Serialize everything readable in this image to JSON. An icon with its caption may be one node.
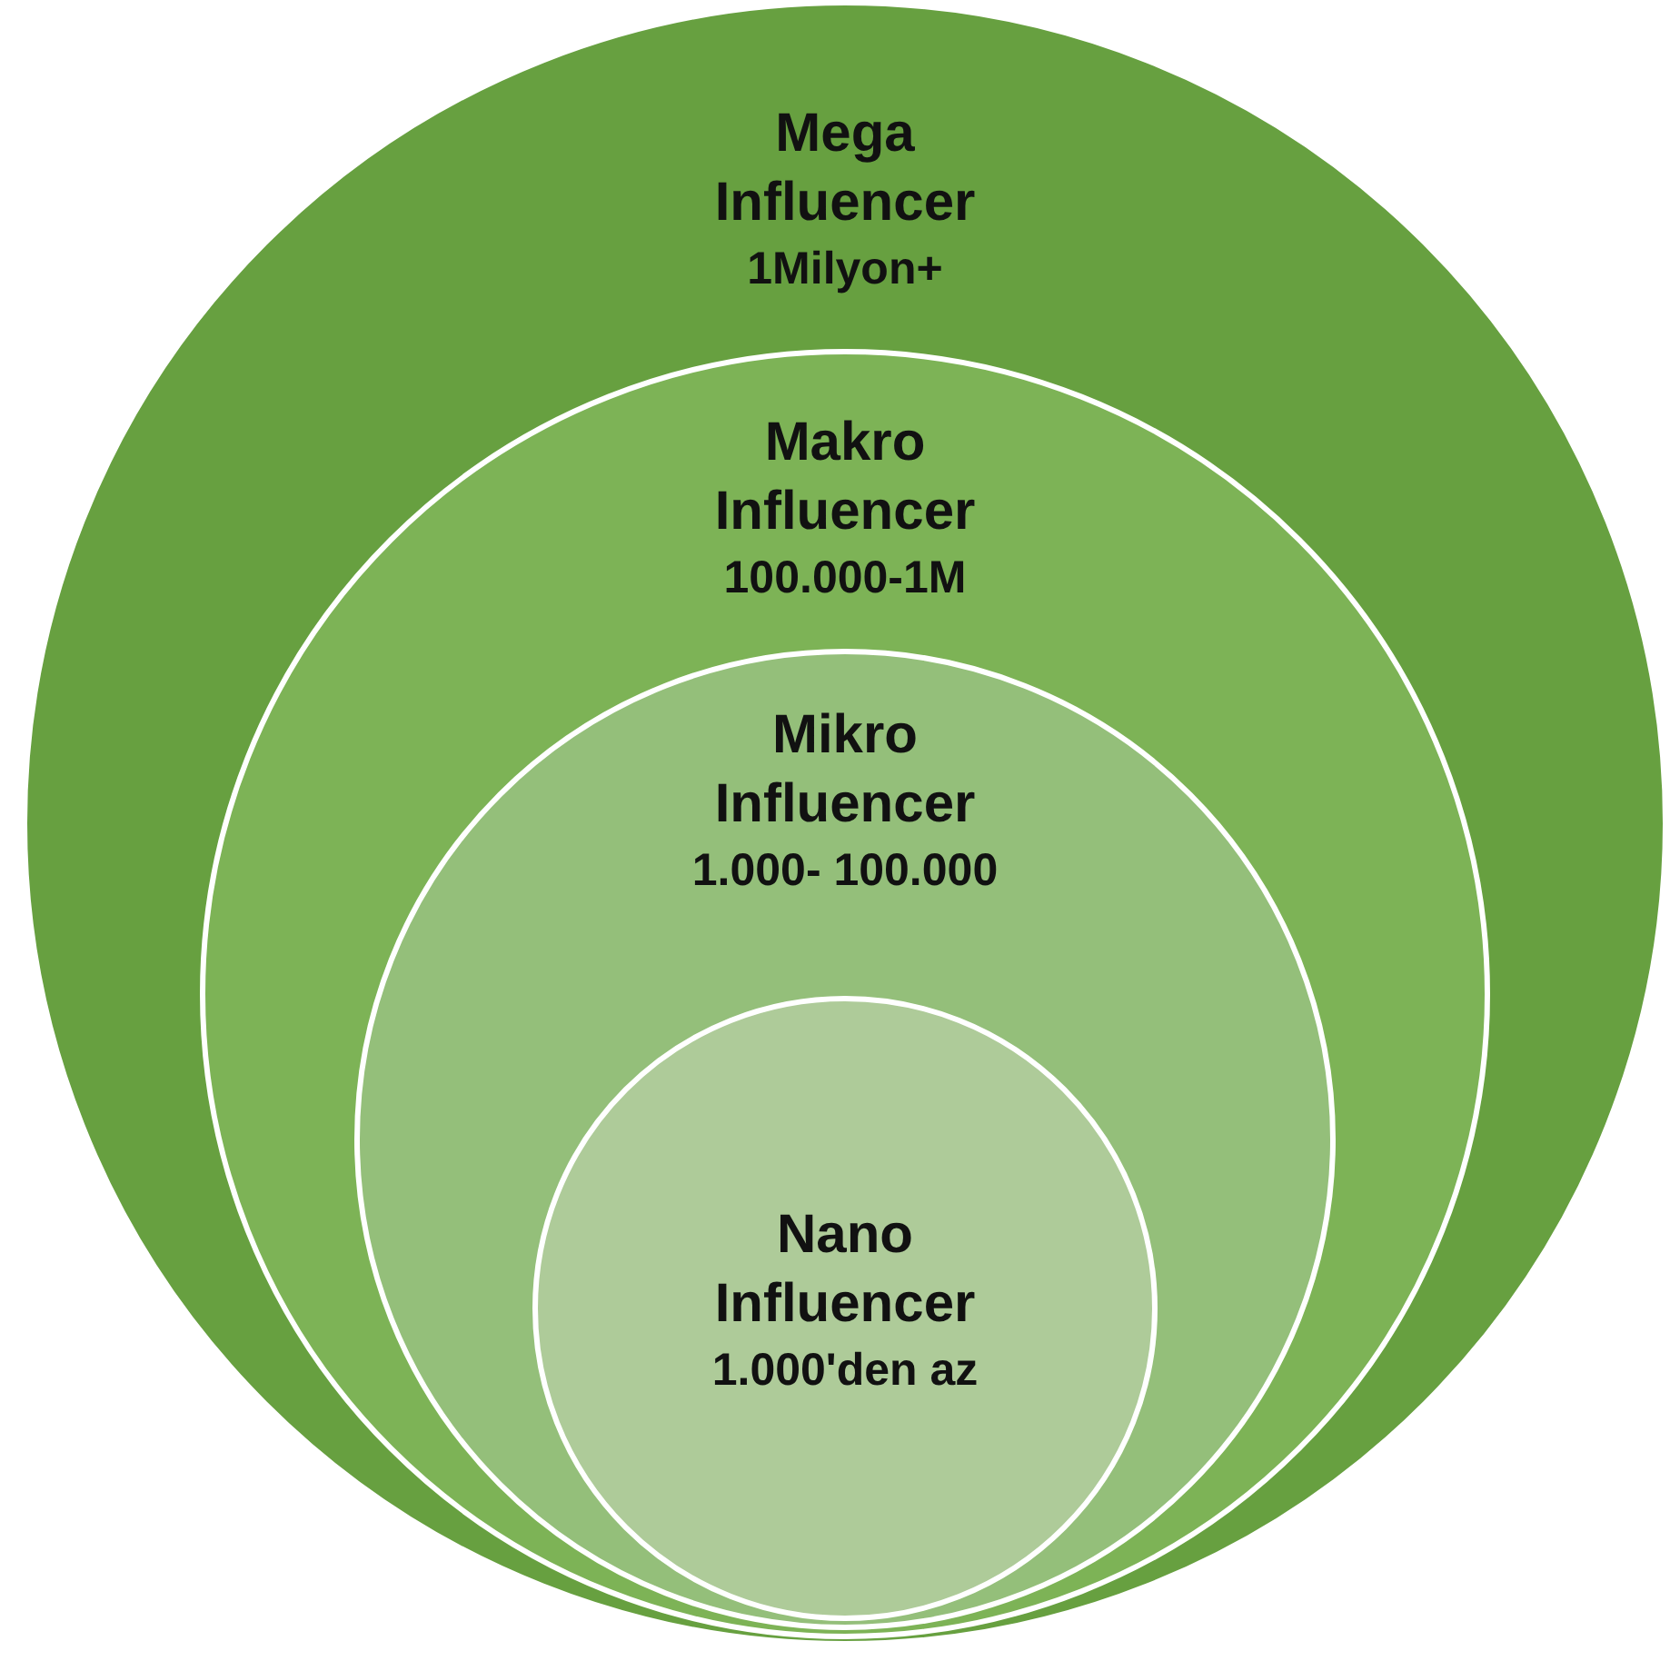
{
  "diagram": {
    "nodes": [
      {
        "text": [
          "Mega Influencer",
          "1Milyon+"
        ]
      },
      {
        "text": [
          "Makro Influencer",
          "100.000-1M"
        ],
        "in": 0
      },
      {
        "text": [
          "Mikro Influencer",
          "1.000- 100.000"
        ],
        "in": 1
      },
      {
        "text": [
          "Nano Influencer",
          "1.000'den az"
        ],
        "in": 2
      }
    ]
  }
}
